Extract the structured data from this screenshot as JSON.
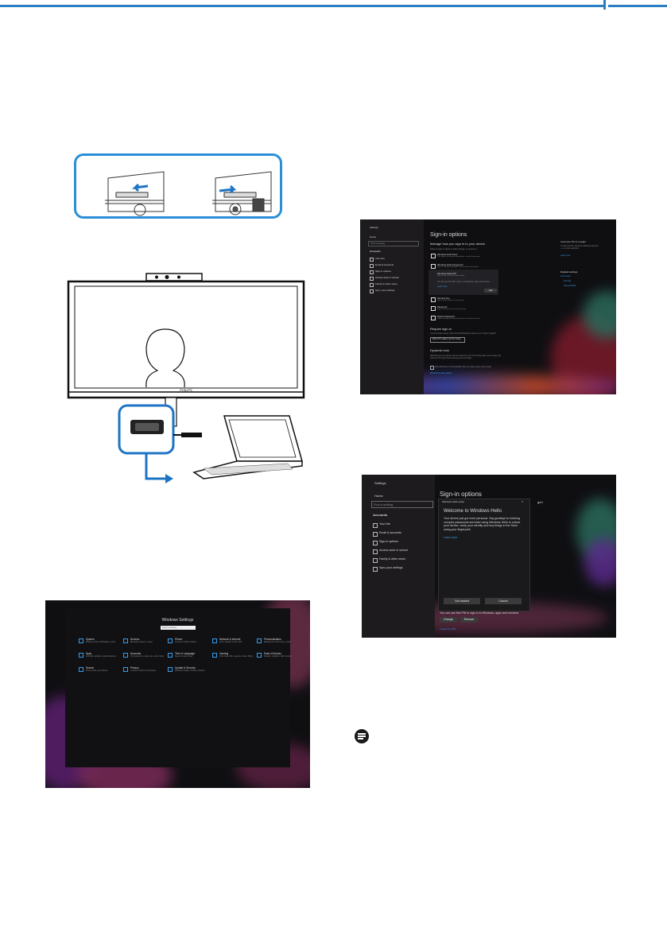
{
  "figure_top": {
    "brand": "PHILIPS"
  },
  "hello_setup": {
    "title": "Windows Settings",
    "search_placeholder": "Find a setting",
    "categories": [
      {
        "name": "System",
        "desc": "Display, sound, notifications, power"
      },
      {
        "name": "Devices",
        "desc": "Bluetooth, printers, mouse"
      },
      {
        "name": "Phone",
        "desc": "Link your Android, iPhone"
      },
      {
        "name": "Network & Internet",
        "desc": "Wi-Fi, airplane mode, VPN"
      },
      {
        "name": "Personalization",
        "desc": "Background, lock screen, colors"
      },
      {
        "name": "Apps",
        "desc": "Uninstall, defaults, optional features"
      },
      {
        "name": "Accounts",
        "desc": "Your accounts, email, sync, work, family"
      },
      {
        "name": "Time & Language",
        "desc": "Speech, region, date"
      },
      {
        "name": "Gaming",
        "desc": "Xbox Game Bar, captures, Game Mode"
      },
      {
        "name": "Ease of Access",
        "desc": "Narrator, magnifier, high contrast"
      },
      {
        "name": "Search",
        "desc": "Find my files, permissions"
      },
      {
        "name": "Privacy",
        "desc": "Location, camera, microphone"
      },
      {
        "name": "Update & Security",
        "desc": "Windows Update, recovery, backup"
      }
    ]
  },
  "signin_options": {
    "window_title": "Settings",
    "home": "Home",
    "search_placeholder": "Find a setting",
    "section": "Accounts",
    "nav": [
      "Your info",
      "Email & accounts",
      "Sign-in options",
      "Access work or school",
      "Family & other users",
      "Sync your settings"
    ],
    "heading": "Sign-in options",
    "subheading": "Manage how you sign in to your device",
    "intro": "Select a sign-in option to add, change, or remove it.",
    "options": [
      {
        "name": "Windows Hello Face",
        "desc": "This option is currently unavailable—click to learn more"
      },
      {
        "name": "Windows Hello Fingerprint",
        "desc": "Sign in with your fingerprint scanner (Recommended)"
      },
      {
        "name": "Windows Hello PIN",
        "desc": "Sign in with a PIN (Recommended)"
      },
      {
        "name": "Security Key",
        "desc": "Sign in with a physical security key"
      },
      {
        "name": "Password",
        "desc": "Sign in with your account's password"
      },
      {
        "name": "Picture Password",
        "desc": "Swipe and tap your favorite photo to unlock your device"
      }
    ],
    "pin_text": "You can use this PIN to sign in to Windows, apps and services.",
    "pin_link": "Learn more",
    "add_button": "Add",
    "require_heading": "Require sign-in",
    "require_text": "If you've been away, when should Windows require you to sign in again?",
    "require_value": "When PC wakes up from sleep",
    "dynamic_lock_heading": "Dynamic lock",
    "dynamic_lock_text": "Windows can use devices that are paired to your PC to know when you're away and lock your PC when those devices go out of range.",
    "dynamic_lock_checkbox": "Allow Windows to automatically lock your device when you're away",
    "bluetooth_link": "Bluetooth & other devices",
    "right_title": "Lock your PC in a snap!",
    "right_text": "To lock your PC, press the Windows logo key + L on your keyboard.",
    "right_link": "Learn more",
    "related_title": "Related settings",
    "related_link": "Lock screen",
    "help_links": [
      "Get help",
      "Give feedback"
    ]
  },
  "hello_dialog": {
    "window_title": "Settings",
    "home": "Home",
    "search_placeholder": "Find a setting",
    "section": "Accounts",
    "nav": [
      "Your info",
      "Email & accounts",
      "Sign-in options",
      "Access work or school",
      "Family & other users",
      "Sync your settings"
    ],
    "heading": "Sign-in options",
    "dialog_bar": "Windows Hello setup",
    "dialog_title": "Welcome to Windows Hello",
    "dialog_text": "Your device just got more personal. Say goodbye to entering complex passwords and start using Windows Hello to unlock your device, verify your identity and buy things in the Store using your fingerprint.",
    "dialog_link": "Learn more",
    "get_started": "Get started",
    "cancel": "Cancel",
    "right_cut": "gerl",
    "bottom_text": "You can use this PIN to sign in to Windows, apps and services.",
    "change": "Change",
    "remove": "Remove",
    "footer_link": "I forgot my PIN"
  }
}
